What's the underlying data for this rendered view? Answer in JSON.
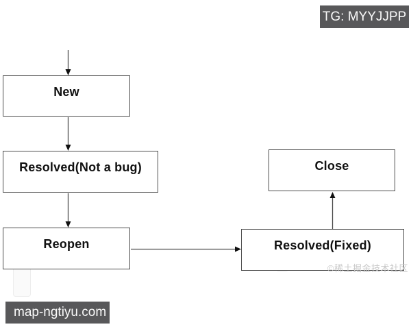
{
  "page": {
    "background": "#ffffff"
  },
  "banners": {
    "top_right": {
      "label": "TG: MYYJJPP",
      "bg": "#58585a",
      "text_color": "#fafafa"
    },
    "bottom_left": {
      "label": "map-ngtiyu.com",
      "bg": "#58585a",
      "text_color": "#fafafa"
    }
  },
  "diagram": {
    "type": "flowchart",
    "title": "",
    "node_border_color": "#4a4a4a",
    "node_fill_color": "#ffffff",
    "edge_color": "#4d4d4d",
    "nodes": [
      {
        "id": "new",
        "label": "New"
      },
      {
        "id": "resolved-not-a-bug",
        "label": "Resolved(Not a bug)"
      },
      {
        "id": "reopen",
        "label": "Reopen"
      },
      {
        "id": "resolved-fixed",
        "label": "Resolved(Fixed)"
      },
      {
        "id": "close",
        "label": "Close"
      }
    ],
    "edges": [
      {
        "from": "start",
        "to": "new"
      },
      {
        "from": "new",
        "to": "resolved-not-a-bug"
      },
      {
        "from": "resolved-not-a-bug",
        "to": "reopen"
      },
      {
        "from": "reopen",
        "to": "resolved-fixed"
      },
      {
        "from": "resolved-fixed",
        "to": "close"
      }
    ]
  },
  "watermark": {
    "text": "©稀土掘金技术社区",
    "color": "#c9c9c9"
  }
}
